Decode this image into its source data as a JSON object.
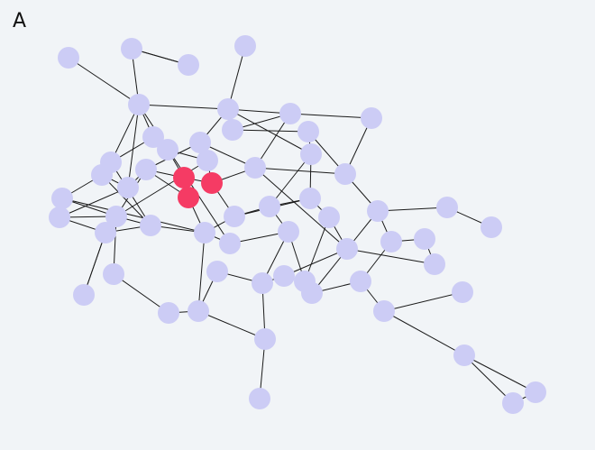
{
  "panel": {
    "label": "A"
  },
  "colors": {
    "node_default": "#ccccf5",
    "node_highlight": "#f53b64",
    "edge": "#1a1a1a",
    "background": "#f1f4f7"
  },
  "graph": {
    "highlighted_nodes": [
      10,
      11,
      12
    ],
    "node_count": 64
  }
}
